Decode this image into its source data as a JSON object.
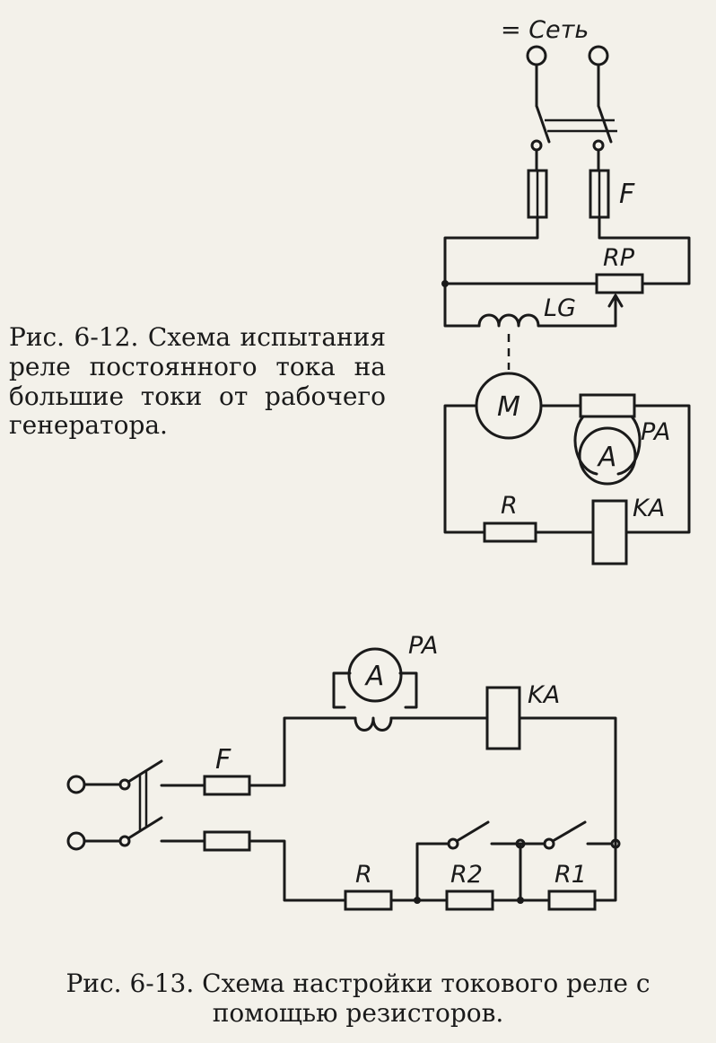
{
  "figure1": {
    "caption": "Рис. 6-12. Схема испытания реле постоянного тока на большие токи от рабочего генератора.",
    "labels": {
      "supply": "= Сеть",
      "fuse": "F",
      "rheostat": "RP",
      "field": "LG",
      "motor": "M",
      "ammeter_ref": "PA",
      "ammeter": "A",
      "resistor": "R",
      "relay": "KA"
    }
  },
  "figure2": {
    "caption": "Рис. 6-13. Схема настройки токового реле с помощью резисторов.",
    "labels": {
      "ammeter_ref": "PA",
      "ammeter": "A",
      "relay": "KA",
      "fuse": "F",
      "resistor": "R",
      "resistor2": "R2",
      "resistor1": "R1"
    }
  }
}
